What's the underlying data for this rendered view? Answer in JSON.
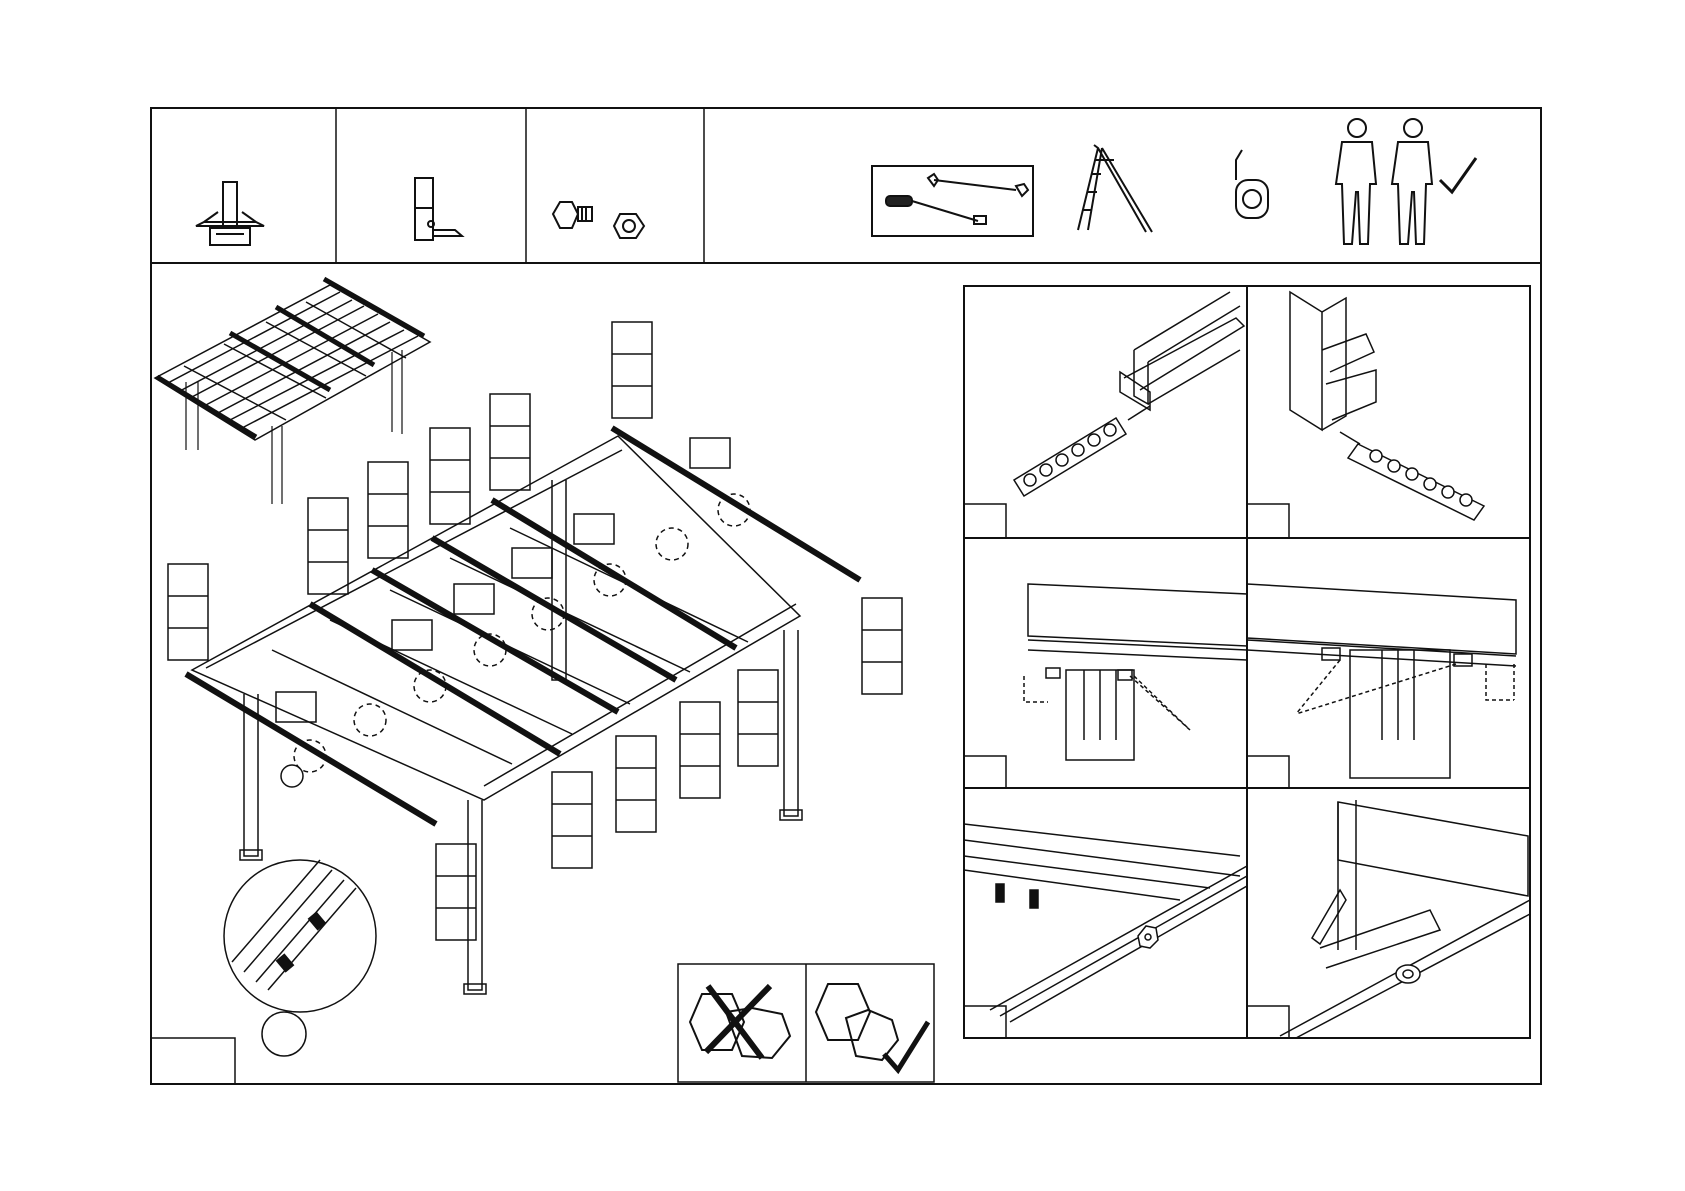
{
  "document": {
    "type": "assembly-instruction-sheet",
    "text_labels": [],
    "parts_header": {
      "cells": [
        {
          "icon": "t-connector-profile-icon"
        },
        {
          "icon": "side-connector-profile-icon"
        },
        {
          "icon": "bolt-and-nut-icon"
        }
      ],
      "tools": [
        "wrench-and-screwdriver-icon",
        "stepladder-icon",
        "tape-measure-icon",
        "two-person-assembly-icon",
        "checkmark-icon"
      ]
    },
    "main_view": {
      "icon": "pergola-assembly-overview"
    },
    "detail_panels": [
      {
        "icon": "t-connector-bolts-detail"
      },
      {
        "icon": "side-connector-bolts-detail"
      },
      {
        "icon": "rail-cross-section-detail"
      },
      {
        "icon": "rail-cross-section-detail-2"
      },
      {
        "icon": "rail-nut-detail"
      },
      {
        "icon": "corner-connector-nut-detail"
      }
    ],
    "nut_guidance": {
      "wrong": "nut-wrong-icon",
      "right": "nut-right-icon"
    }
  }
}
